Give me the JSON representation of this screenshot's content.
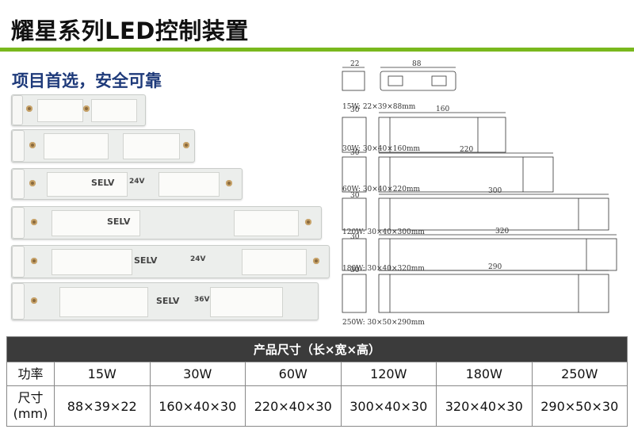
{
  "header": {
    "title": "耀星系列LED控制装置",
    "accent_color": "#79b81d"
  },
  "section": {
    "subtitle": "项目首选，安全可靠"
  },
  "photos": {
    "selv_text": "SELV",
    "voltage_text": "24V",
    "voltage_text_alt": "36V"
  },
  "drawings": [
    {
      "width_label": "22",
      "length_label": "88",
      "caption": "15W: 22×39×88mm"
    },
    {
      "width_label": "30",
      "length_label": "160",
      "caption": "30W: 30×40×160mm"
    },
    {
      "width_label": "30",
      "length_label": "220",
      "caption": "60W: 30×40×220mm"
    },
    {
      "width_label": "30",
      "length_label": "300",
      "caption": "120W: 30×40×300mm"
    },
    {
      "width_label": "30",
      "length_label": "320",
      "caption": "180W: 30×40×320mm"
    },
    {
      "width_label": "30",
      "length_label": "290",
      "caption": "250W: 30×50×290mm"
    }
  ],
  "table": {
    "header": "产品尺寸（长×宽×高）",
    "row1_label": "功率",
    "row2_label_line1": "尺寸",
    "row2_label_line2": "(mm)",
    "columns": [
      {
        "power": "15W",
        "size": "88×39×22"
      },
      {
        "power": "30W",
        "size": "160×40×30"
      },
      {
        "power": "60W",
        "size": "220×40×30"
      },
      {
        "power": "120W",
        "size": "300×40×30"
      },
      {
        "power": "180W",
        "size": "320×40×30"
      },
      {
        "power": "250W",
        "size": "290×50×30"
      }
    ]
  }
}
